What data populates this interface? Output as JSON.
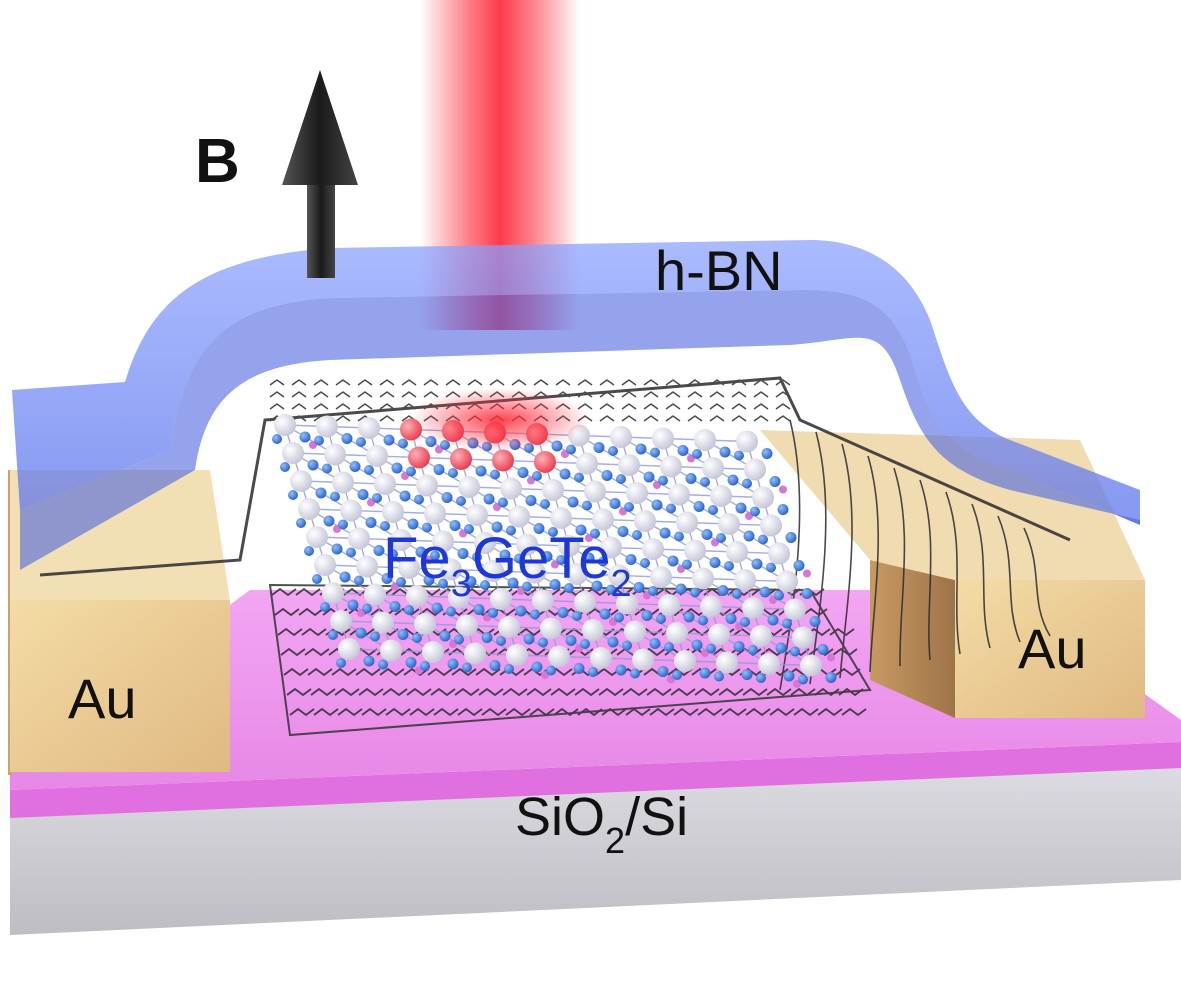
{
  "labels": {
    "field": "B",
    "capping_layer": "h-BN",
    "magnet_formula": {
      "fe": "Fe",
      "fe_sub": "3",
      "ge_te": "GeTe",
      "te_sub": "2"
    },
    "contact_left": "Au",
    "contact_right": "Au",
    "substrate": {
      "sio": "SiO",
      "sub": "2",
      "si": "/Si"
    }
  },
  "colors": {
    "laser": "#ff3b4a",
    "hbn": "#5a78f0",
    "gold": "#e7c78f",
    "oxide": "#e46ee4",
    "silicon": "#c9c9cd",
    "graphene": "#2b2b2f",
    "fe_atom": "#3b7fe0",
    "te_atom": "#e9e9f4",
    "ge_atom": "#d676d6",
    "formula_text": "#1e38d8",
    "arrow": "#1c1c1c"
  },
  "icons": {
    "field_arrow": "up-arrow-icon"
  }
}
